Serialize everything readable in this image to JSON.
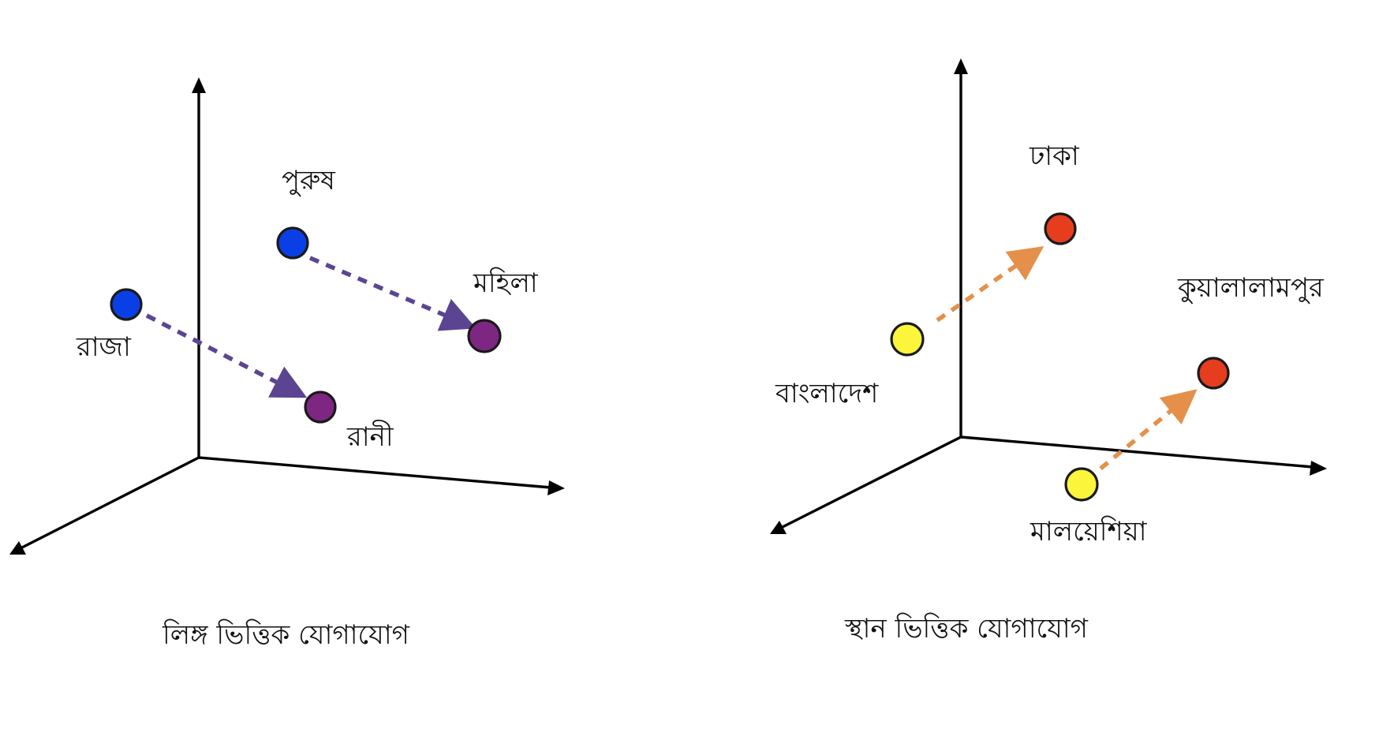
{
  "left_diagram": {
    "caption": "লিঙ্গ ভিত্তিক যোগাযোগ",
    "points": {
      "king": "রাজা",
      "man": "পুরুষ",
      "woman": "মহিলা",
      "queen": "রানী"
    },
    "colors": {
      "male": "#0b3fe6",
      "female": "#7d2682",
      "arrow": "#5b4592"
    }
  },
  "right_diagram": {
    "caption": "স্থান ভিত্তিক যোগাযোগ",
    "points": {
      "bangladesh": "বাংলাদেশ",
      "dhaka": "ঢাকা",
      "malaysia": "মালয়েশিয়া",
      "kuala_lumpur": "কুয়ালালামপুর"
    },
    "colors": {
      "country": "#fbf53b",
      "capital": "#e53d1e",
      "arrow": "#e4904a"
    }
  }
}
